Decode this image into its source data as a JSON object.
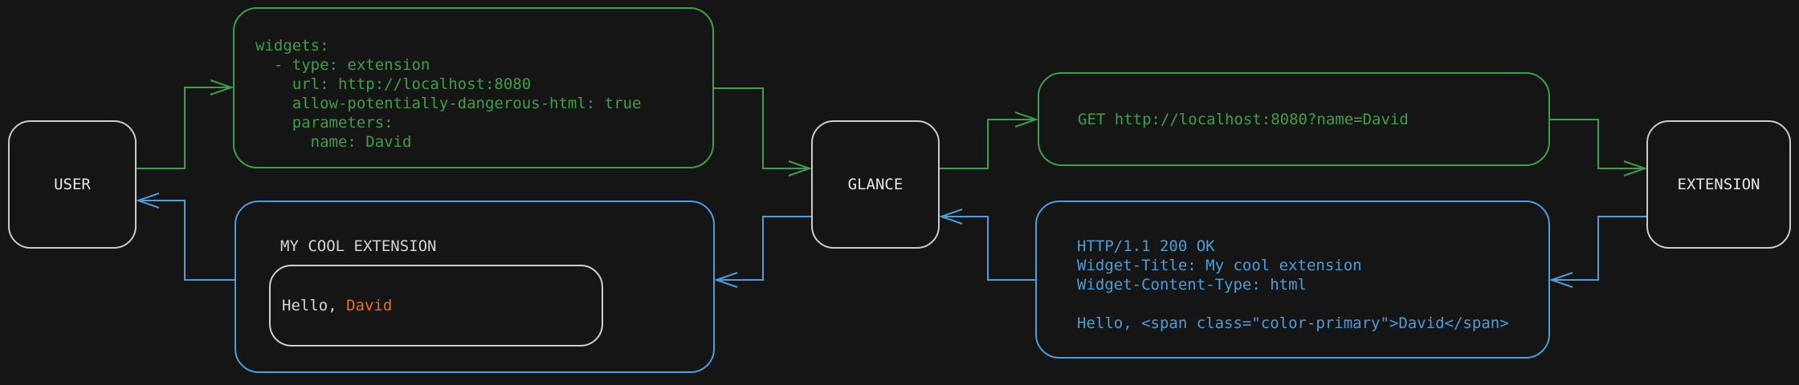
{
  "colors": {
    "background": "#151515",
    "green": "#3f9e4a",
    "blue": "#4e9cd8",
    "orange": "#e2711d",
    "node_border": "#cbcbcb",
    "inner_border": "#cfcfcf",
    "text_light": "#e6e6e6",
    "text_dim": "#d4d4d4"
  },
  "nodes": {
    "user": {
      "label": "USER"
    },
    "glance": {
      "label": "GLANCE"
    },
    "extension": {
      "label": "EXTENSION"
    }
  },
  "config_box": {
    "lines": [
      "widgets:",
      "  - type: extension",
      "    url: http://localhost:8080",
      "    allow-potentially-dangerous-html: true",
      "    parameters:",
      "      name: David"
    ]
  },
  "request_box": {
    "text": "GET http://localhost:8080?name=David"
  },
  "response_box": {
    "lines": [
      "HTTP/1.1 200 OK",
      "Widget-Title: My cool extension",
      "Widget-Content-Type: html",
      "",
      "Hello, <span class=\"color-primary\">David</span>"
    ]
  },
  "widget_box": {
    "title": "MY COOL EXTENSION",
    "greeting_prefix": "Hello, ",
    "greeting_name": "David"
  }
}
